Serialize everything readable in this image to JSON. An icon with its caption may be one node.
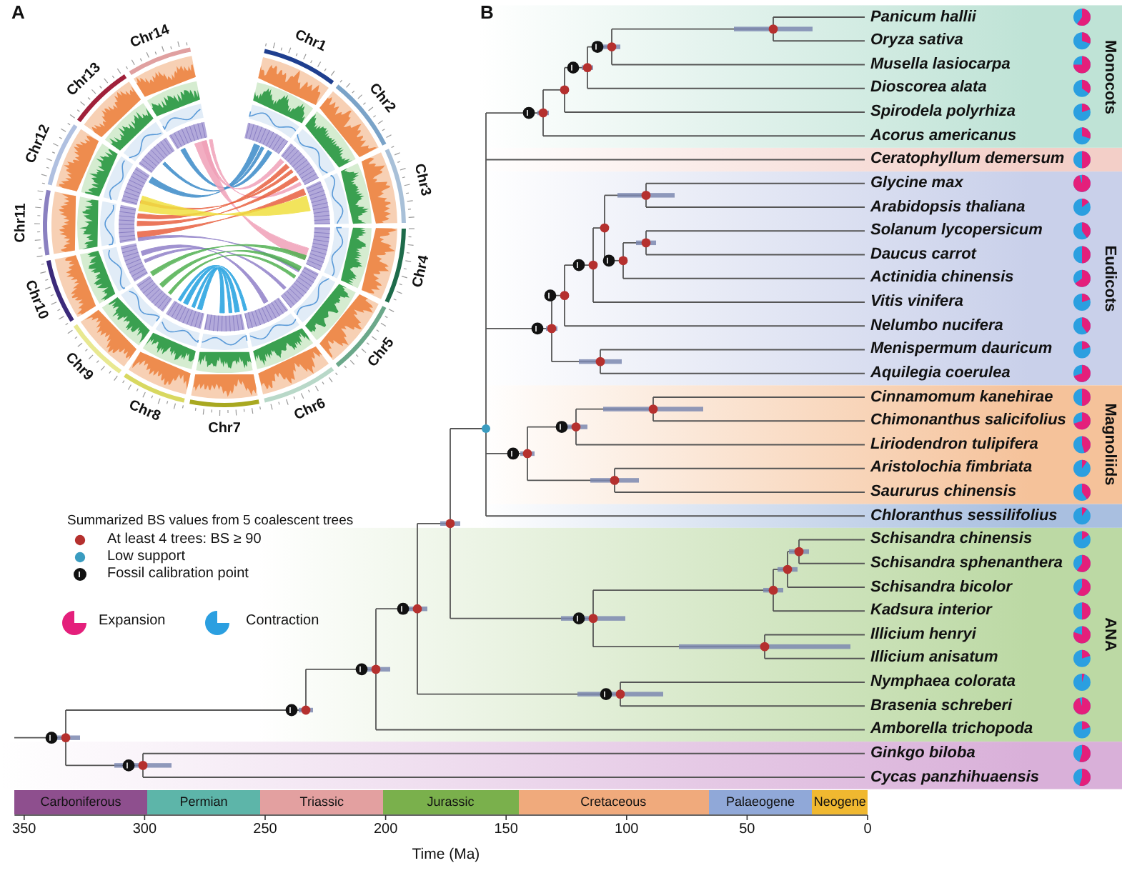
{
  "diagram": {
    "labels": [
      "A",
      "B",
      "Chr1",
      "Chr2",
      "Chr3",
      "Chr4",
      "Chr5",
      "Chr6",
      "Chr7",
      "Chr8",
      "Chr9",
      "Chr10",
      "Chr11",
      "Chr12",
      "Chr13",
      "Chr14",
      "Panicum hallii",
      "Oryza sativa",
      "Musella lasiocarpa",
      "Dioscorea alata",
      "Spirodela polyrhiza",
      "Acorus americanus",
      "Ceratophyllum demersum",
      "Glycine max",
      "Arabidopsis thaliana",
      "Solanum lycopersicum",
      "Daucus carrot",
      "Actinidia chinensis",
      "Vitis vinifera",
      "Nelumbo nucifera",
      "Menispermum dauricum",
      "Aquilegia coerulea",
      "Cinnamomum kanehirae",
      "Chimonanthus salicifolius",
      "Liriodendron tulipifera",
      "Aristolochia fimbriata",
      "Saururus chinensis",
      "Chloranthus sessilifolius",
      "Schisandra chinensis",
      "Schisandra sphenanthera",
      "Schisandra bicolor",
      "Kadsura interior",
      "Illicium henryi",
      "Illicium anisatum",
      "Nymphaea colorata",
      "Brasenia schreberi",
      "Amborella trichopoda",
      "Ginkgo biloba",
      "Cycas panzhihuaensis",
      "Monocots",
      "Eudicots",
      "Magnoliids",
      "ANA",
      "Summarized BS values from 5 coalescent trees",
      "Carboniferous",
      "Permian",
      "Triassic",
      "Jurassic",
      "Cretaceous",
      "Palaeogene",
      "Neogene",
      "350",
      "300",
      "250",
      "200",
      "150",
      "100",
      "50",
      "0",
      "Time (Ma)"
    ],
    "legend": [
      {
        "text": "At least 4 trees: BS ≥ 90",
        "color": "#b5302e"
      },
      {
        "text": "Low support",
        "color": "#3a9cc0"
      },
      {
        "text": "Fossil calibration point"
      },
      {
        "text": "Expansion",
        "color": "#e41f7b"
      },
      {
        "text": "Contraction",
        "color": "#2b9fe0"
      }
    ]
  }
}
